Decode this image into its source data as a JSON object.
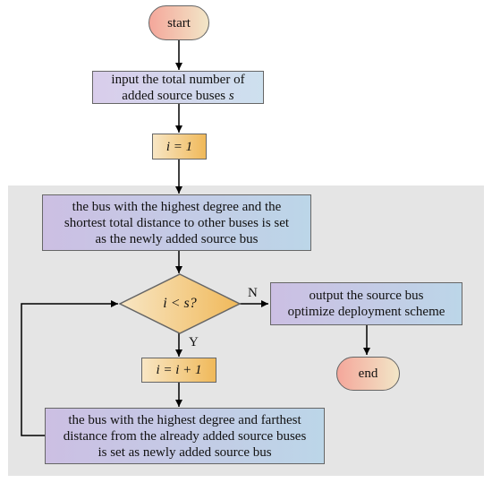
{
  "flowchart": {
    "start": "start",
    "input_step": {
      "line1": "input the total number of",
      "line2": "added source buses",
      "var": "s"
    },
    "init_step": "i = 1",
    "select_first": {
      "line1": "the bus with the highest degree and the",
      "line2": "shortest total distance to other buses is set",
      "line3": "as the newly added source bus"
    },
    "decision": "i < s?",
    "branch_no": "N",
    "branch_yes": "Y",
    "output_step": {
      "line1": "output the source bus",
      "line2": "optimize deployment  scheme"
    },
    "end": "end",
    "increment_step": "i = i + 1",
    "select_next": {
      "line1": "the bus with the highest degree and farthest",
      "line2": "distance from the already added source buses",
      "line3": "is set as newly added source bus"
    }
  },
  "colors": {
    "box_border": "#666666",
    "loop_region": "#e5e5e5",
    "process_gradient": [
      "#d9cdeb",
      "#cde0ee"
    ],
    "init_gradient": [
      "#f8e6c4",
      "#f0b95a"
    ],
    "terminal_gradient": [
      "#f4a79b",
      "#f2e6c7"
    ]
  }
}
